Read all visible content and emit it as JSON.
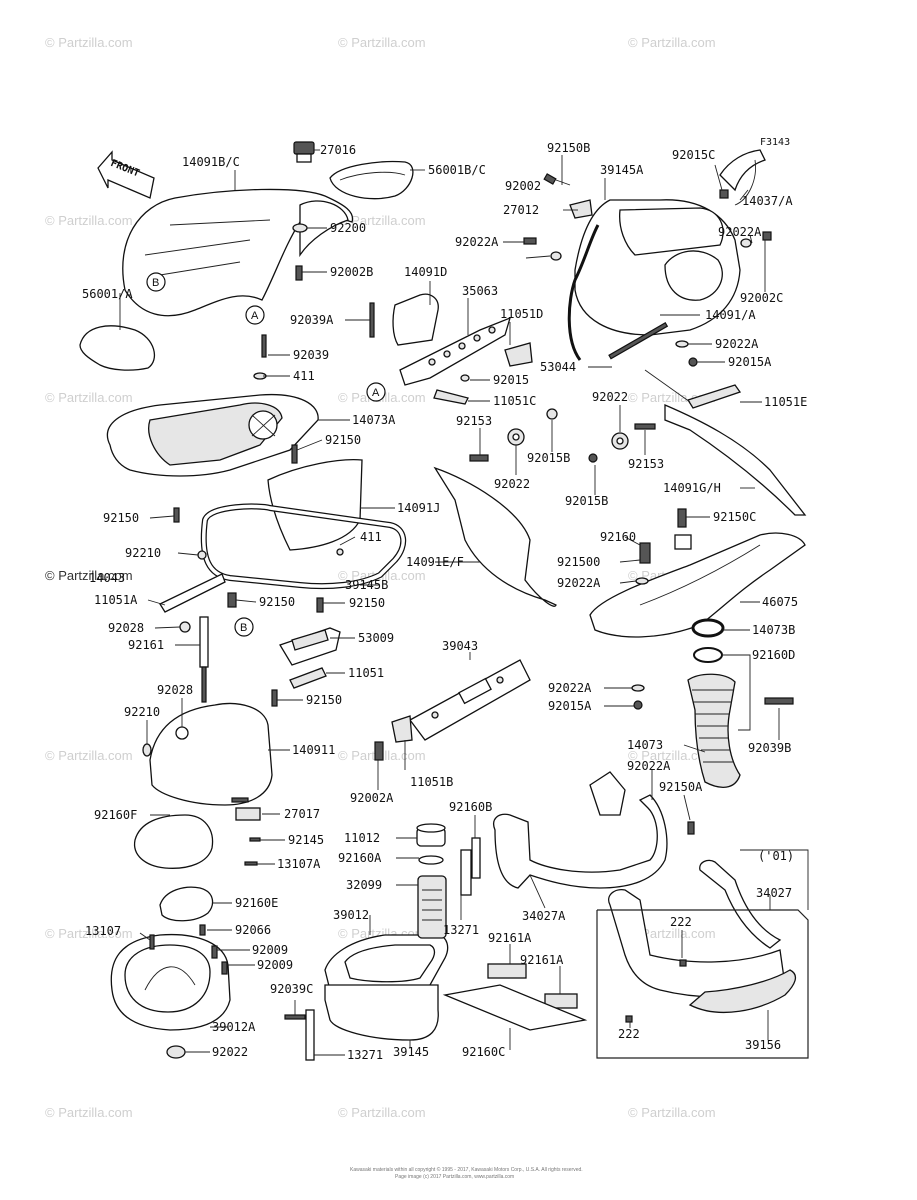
{
  "figure_code": "F3143",
  "front_label": "FRONT",
  "year_note": "('01)",
  "watermark_text": "© Partzilla.com",
  "copyright": "Kawasaki materials within all copyright © 1995 - 2017, Kawasaki Motors Corp., U.S.A. All rights reserved.",
  "copyright2": "Page image (c) 2017 Partzilla.com, www.partzilla.com",
  "ref_markers": [
    "A",
    "B"
  ],
  "labels": [
    "14091B/C",
    "27016",
    "56001B/C",
    "92150B",
    "39145A",
    "92015C",
    "14037/A",
    "92002",
    "27012",
    "92022A",
    "92200",
    "92002B",
    "14091D",
    "35063",
    "11051D",
    "56001/A",
    "92039A",
    "92022A",
    "92002C",
    "14091/A",
    "92039",
    "411",
    "92015",
    "11051C",
    "53044",
    "92022A",
    "92015A",
    "14073A",
    "92022",
    "11051E",
    "92153",
    "92015B",
    "92150",
    "92022",
    "92153",
    "92015B",
    "14091G/H",
    "92150",
    "14091J",
    "411",
    "92150C",
    "92160",
    "92210",
    "14091E/F",
    "921500",
    "92022A",
    "39145B",
    "14043",
    "11051A",
    "92150",
    "92150",
    "46075",
    "92028",
    "53009",
    "14073B",
    "92161",
    "11051",
    "92160D",
    "39043",
    "92150",
    "92028",
    "92022A",
    "92015A",
    "92210",
    "140911",
    "14073",
    "92039B",
    "92002A",
    "11051B",
    "27017",
    "92022A",
    "92150A",
    "92160F",
    "92145",
    "92160B",
    "11012",
    "13107A",
    "92160A",
    "('01)",
    "32099",
    "34027",
    "92160E",
    "39012",
    "13271",
    "34027A",
    "222",
    "13107",
    "92066",
    "92161A",
    "92009",
    "92009",
    "92161A",
    "92039C",
    "39012A",
    "222",
    "13271",
    "39145",
    "92160C",
    "39156",
    "92022"
  ]
}
